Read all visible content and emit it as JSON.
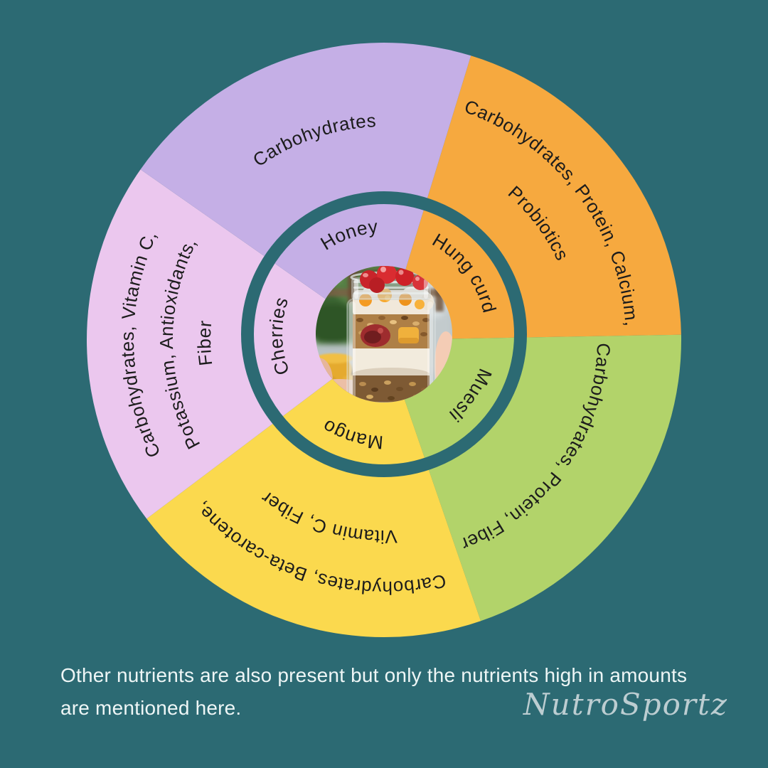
{
  "colors": {
    "background": "#2c6a73",
    "divider_ring": "#2c6a73",
    "label_text": "#1c1c1c",
    "caption_text": "#eef6f6",
    "signature_text": "#bccdd1"
  },
  "wheel": {
    "segments": [
      {
        "ingredient": "Hung curd",
        "color": "#f6a93f",
        "nutrients": [
          "Carbohydrates, Protein, Calcium,",
          "Probiotics"
        ]
      },
      {
        "ingredient": "Muesli",
        "color": "#b2d36a",
        "nutrients": [
          "Carbohydrates, Protein, Fiber"
        ]
      },
      {
        "ingredient": "Mango",
        "color": "#fbd94e",
        "nutrients": [
          "Carbohydrates, Beta-carotene,",
          "Vitamin C, Fiber"
        ]
      },
      {
        "ingredient": "Cherries",
        "color": "#ebc7ee",
        "nutrients": [
          "Carbohydrates, Vitamin C,",
          "Potassium, Antioxidants,",
          "Fiber"
        ]
      },
      {
        "ingredient": "Honey",
        "color": "#c5afe6",
        "nutrients": [
          "Carbohydrates"
        ]
      }
    ]
  },
  "caption": {
    "line1": "Other nutrients are also present but only the nutrients high in amounts",
    "line2": "are mentioned here."
  },
  "signature": "NutroSportz"
}
